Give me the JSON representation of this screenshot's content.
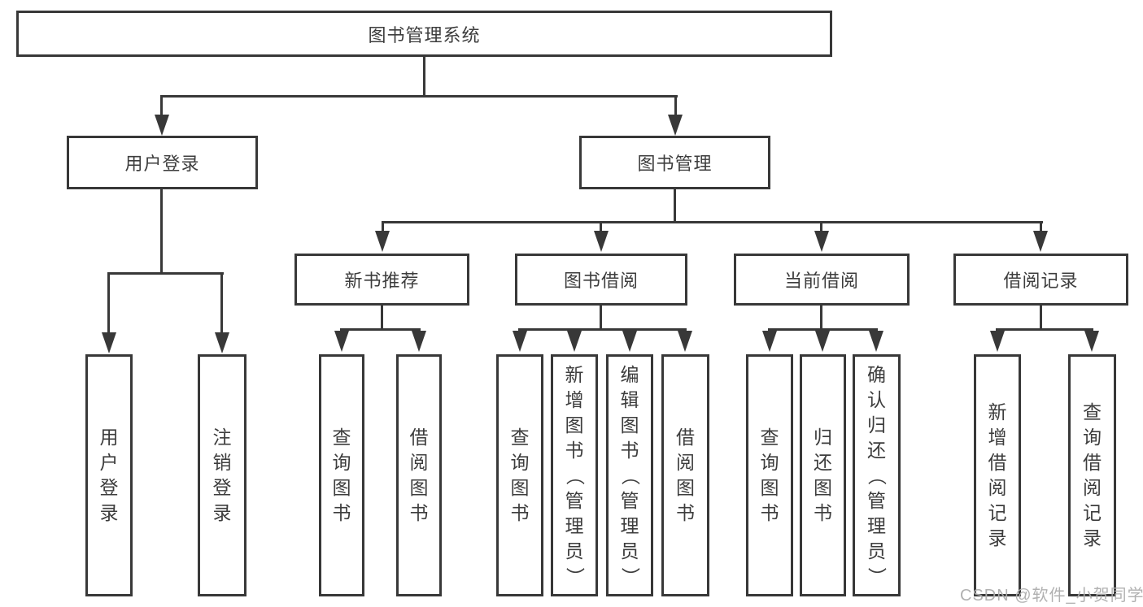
{
  "title": "图书管理系统",
  "login": {
    "label": "用户登录",
    "children": [
      "用户登录",
      "注销登录"
    ]
  },
  "mgmt": {
    "label": "图书管理",
    "groups": [
      {
        "label": "新书推荐",
        "children": [
          "查询图书",
          "借阅图书"
        ]
      },
      {
        "label": "图书借阅",
        "children": [
          "查询图书",
          "新增图书（管理员）",
          "编辑图书（管理员）",
          "借阅图书"
        ]
      },
      {
        "label": "当前借阅",
        "children": [
          "查询图书",
          "归还图书",
          "确认归还（管理员）"
        ]
      },
      {
        "label": "借阅记录",
        "children": [
          "新增借阅记录",
          "查询借阅记录"
        ]
      }
    ]
  },
  "watermark": "CSDN @软件_小贺同学",
  "colors": {
    "line": "#383838",
    "text": "#3d3d3d",
    "watermark": "#adadad",
    "background": "#ffffff"
  }
}
